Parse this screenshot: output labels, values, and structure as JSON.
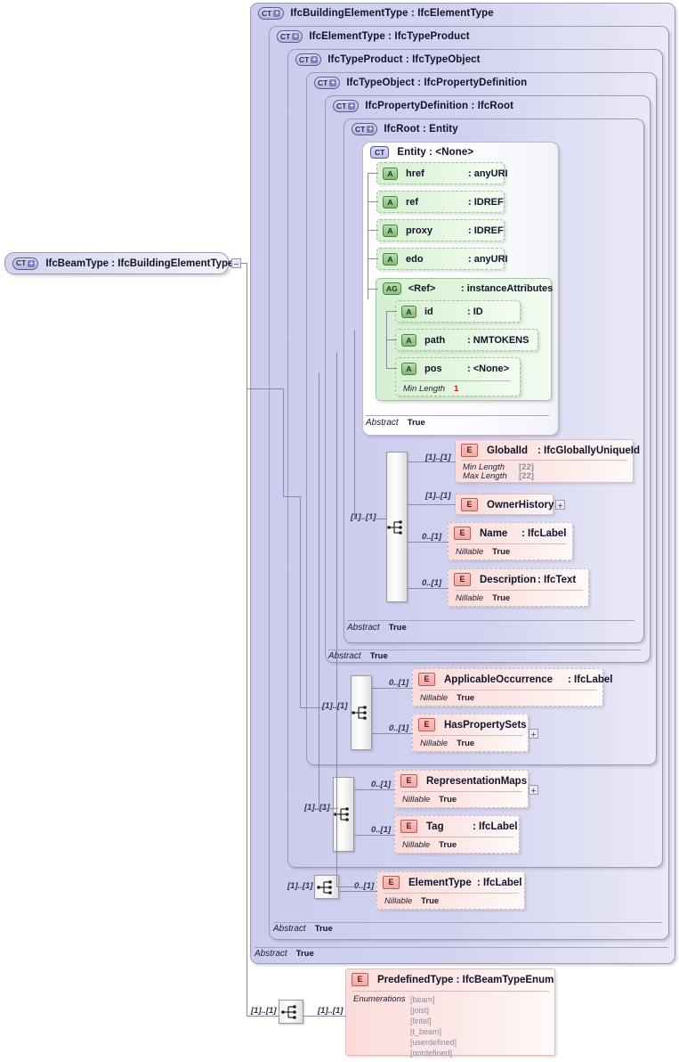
{
  "diagram": {
    "kind": "xsd-schema-diagram",
    "root_node": {
      "badge": "CT",
      "label": "IfcBeamType : IfcBuildingElementType",
      "icon": "complex-type-expand-icon"
    },
    "containers": [
      {
        "badge": "CT",
        "label": "IfcBuildingElementType : IfcElementType",
        "abstract_key": "Abstract",
        "abstract_value": "True"
      },
      {
        "badge": "CT",
        "label": "IfcElementType : IfcTypeProduct",
        "abstract_key": "Abstract",
        "abstract_value": "True"
      },
      {
        "badge": "CT",
        "label": "IfcTypeProduct : IfcTypeObject",
        "abstract_key": "",
        "abstract_value": ""
      },
      {
        "badge": "CT",
        "label": "IfcTypeObject : IfcPropertyDefinition",
        "abstract_key": "",
        "abstract_value": ""
      },
      {
        "badge": "CT",
        "label": "IfcPropertyDefinition : IfcRoot",
        "abstract_key": "Abstract",
        "abstract_value": "True"
      },
      {
        "badge": "CT",
        "label": "IfcRoot   : Entity",
        "abstract_key": "Abstract",
        "abstract_value": "True"
      }
    ],
    "entity": {
      "badge": "CT",
      "label": "Entity      : <None>",
      "abstract_key": "Abstract",
      "abstract_value": "True"
    },
    "attributes": [
      {
        "badge": "A",
        "name": "href",
        "type": ": anyURI"
      },
      {
        "badge": "A",
        "name": "ref",
        "type": ": IDREF"
      },
      {
        "badge": "A",
        "name": "proxy",
        "type": ": IDREF"
      },
      {
        "badge": "A",
        "name": "edo",
        "type": ": anyURI"
      }
    ],
    "attribute_group": {
      "badge": "AG",
      "name": "<Ref>",
      "type": ": instanceAttributes",
      "attributes": [
        {
          "badge": "A",
          "name": "id",
          "type": ": ID",
          "facet_key": "",
          "facet_value": ""
        },
        {
          "badge": "A",
          "name": "path",
          "type": ": NMTOKENS",
          "facet_key": "",
          "facet_value": ""
        },
        {
          "badge": "A",
          "name": "pos",
          "type": ": <None>",
          "facet_key": "Min Length",
          "facet_value": "1"
        }
      ]
    },
    "ifcroot_sequence": {
      "in_card": "[1]..[1]",
      "items": [
        {
          "badge": "E",
          "name": "GlobalId",
          "type": ": IfcGloballyUniqueId",
          "card": "[1]..[1]",
          "facets": [
            {
              "k": "Min Length",
              "v": "[22]"
            },
            {
              "k": "Max Length",
              "v": "[22]"
            }
          ],
          "dashed": false,
          "expander": false
        },
        {
          "badge": "E",
          "name": "OwnerHistory",
          "type": "",
          "card": "[1]..[1]",
          "facets": [],
          "dashed": false,
          "expander": true
        },
        {
          "badge": "E",
          "name": "Name",
          "type": ": IfcLabel",
          "card": "0..[1]",
          "facets": [
            {
              "k": "Nillable",
              "v": "True"
            }
          ],
          "dashed": true,
          "expander": false
        },
        {
          "badge": "E",
          "name": "Description",
          "type": ": IfcText",
          "card": "0..[1]",
          "facets": [
            {
              "k": "Nillable",
              "v": "True"
            }
          ],
          "dashed": true,
          "expander": false
        }
      ]
    },
    "typeobject_sequence": {
      "in_card": "[1]..[1]",
      "items": [
        {
          "badge": "E",
          "name": "ApplicableOccurrence",
          "type": ": IfcLabel",
          "card": "0..[1]",
          "facets": [
            {
              "k": "Nillable",
              "v": "True"
            }
          ],
          "dashed": true,
          "expander": false
        },
        {
          "badge": "E",
          "name": "HasPropertySets",
          "type": "",
          "card": "0..[1]",
          "facets": [
            {
              "k": "Nillable",
              "v": "True"
            }
          ],
          "dashed": true,
          "expander": true
        }
      ]
    },
    "typeproduct_sequence": {
      "in_card": "[1]..[1]",
      "items": [
        {
          "badge": "E",
          "name": "RepresentationMaps",
          "type": "",
          "card": "0..[1]",
          "facets": [
            {
              "k": "Nillable",
              "v": "True"
            }
          ],
          "dashed": true,
          "expander": true
        },
        {
          "badge": "E",
          "name": "Tag",
          "type": ": IfcLabel",
          "card": "0..[1]",
          "facets": [
            {
              "k": "Nillable",
              "v": "True"
            }
          ],
          "dashed": true,
          "expander": false
        }
      ]
    },
    "elementtype_sequence": {
      "in_card": "[1]..[1]",
      "items": [
        {
          "badge": "E",
          "name": "ElementType",
          "type": ": IfcLabel",
          "card": "0..[1]",
          "facets": [
            {
              "k": "Nillable",
              "v": "True"
            }
          ],
          "dashed": true,
          "expander": false
        }
      ]
    },
    "predefined_sequence": {
      "in_card": "[1]..[1]",
      "out_card": "[1]..[1]",
      "item": {
        "badge": "E",
        "name": "PredefinedType : IfcBeamTypeEnum",
        "enum_label": "Enumerations",
        "enumerations": [
          "[beam]",
          "[joist]",
          "[lintel]",
          "[t_beam]",
          "[userdefined]",
          "[notdefined]"
        ]
      }
    }
  }
}
